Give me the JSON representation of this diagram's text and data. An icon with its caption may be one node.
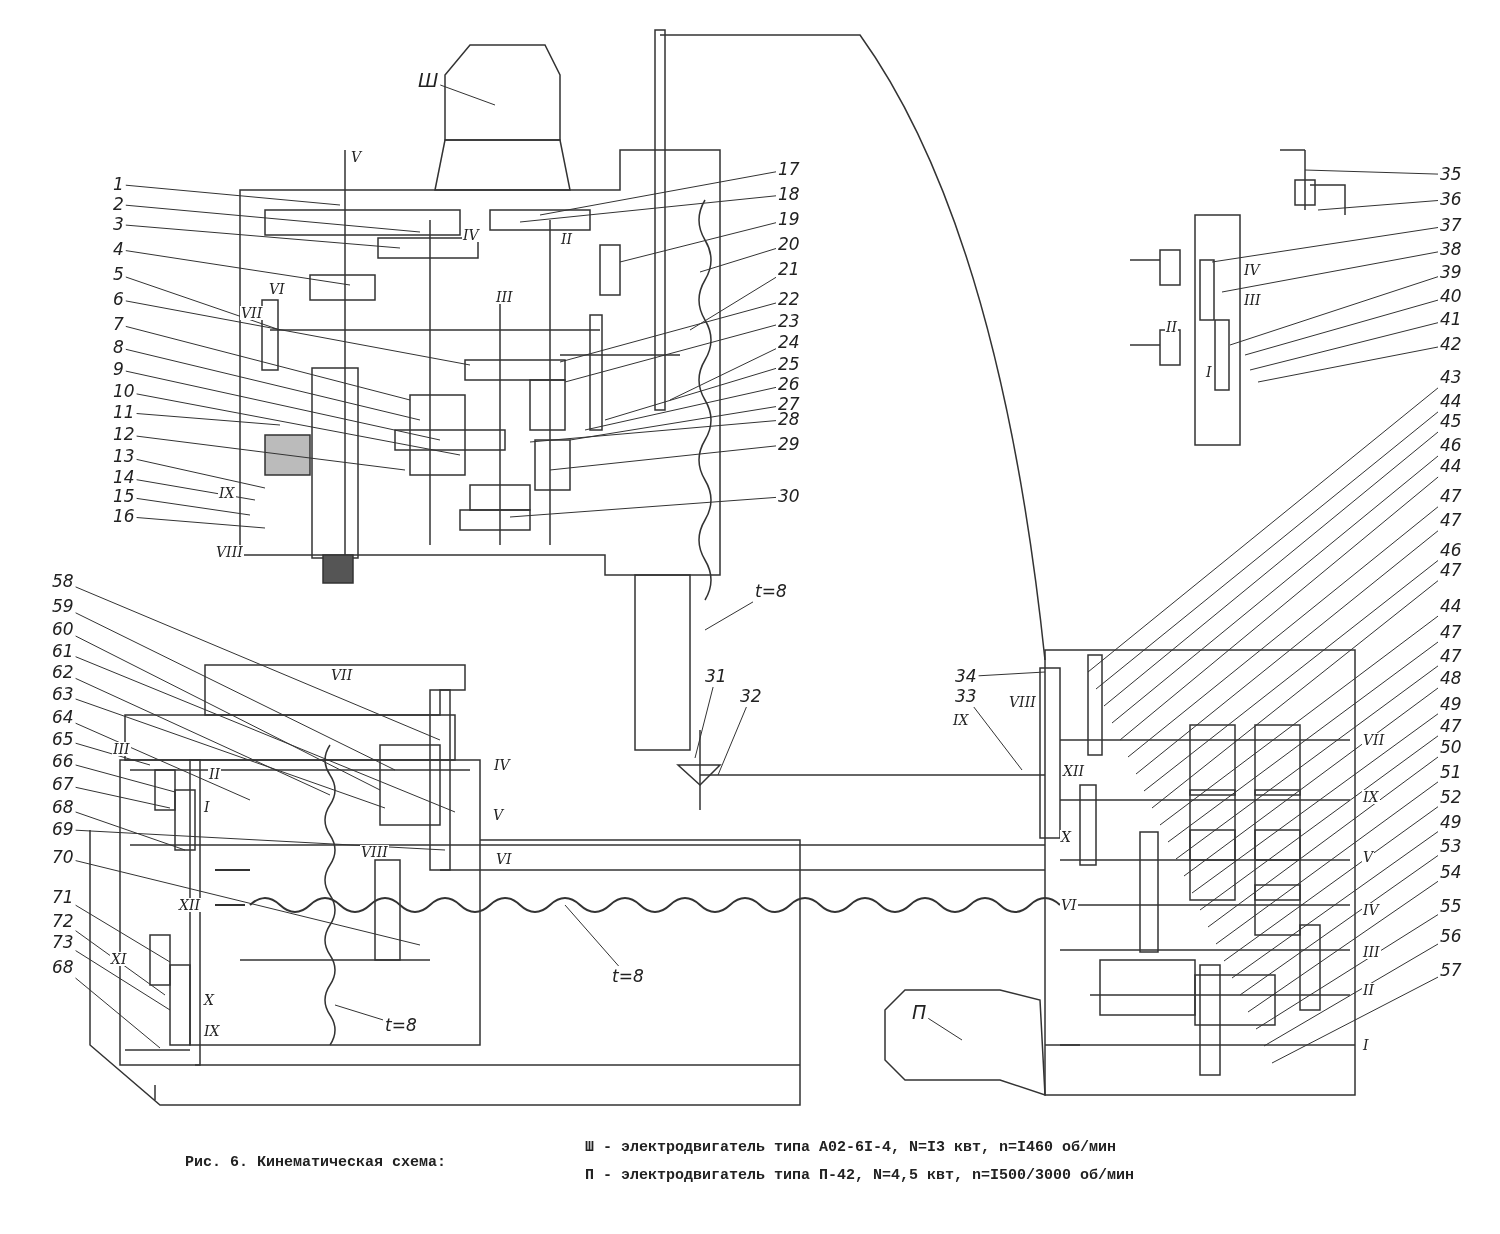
{
  "diagram": {
    "caption": "Рис. 6. Кинематическая схема:",
    "nodes": [
      {
        "text": [
          "Ш"
        ]
      },
      {
        "text": [
          "1"
        ]
      },
      {
        "text": [
          "2"
        ]
      },
      {
        "text": [
          "3"
        ]
      },
      {
        "text": [
          "4"
        ]
      },
      {
        "text": [
          "5"
        ]
      },
      {
        "text": [
          "6"
        ]
      },
      {
        "text": [
          "7"
        ]
      },
      {
        "text": [
          "8"
        ]
      },
      {
        "text": [
          "9"
        ]
      },
      {
        "text": [
          "10"
        ]
      },
      {
        "text": [
          "11"
        ]
      },
      {
        "text": [
          "12"
        ]
      },
      {
        "text": [
          "13"
        ]
      },
      {
        "text": [
          "14"
        ]
      },
      {
        "text": [
          "15"
        ]
      },
      {
        "text": [
          "16"
        ]
      },
      {
        "text": [
          "17"
        ]
      },
      {
        "text": [
          "18"
        ]
      },
      {
        "text": [
          "19"
        ]
      },
      {
        "text": [
          "20"
        ]
      },
      {
        "text": [
          "21"
        ]
      },
      {
        "text": [
          "22"
        ]
      },
      {
        "text": [
          "23"
        ]
      },
      {
        "text": [
          "24"
        ]
      },
      {
        "text": [
          "25"
        ]
      },
      {
        "text": [
          "26"
        ]
      },
      {
        "text": [
          "27"
        ]
      },
      {
        "text": [
          "28"
        ]
      },
      {
        "text": [
          "29"
        ]
      },
      {
        "text": [
          "30"
        ]
      },
      {
        "text": [
          "31"
        ]
      },
      {
        "text": [
          "32"
        ]
      },
      {
        "text": [
          "33"
        ]
      },
      {
        "text": [
          "34"
        ]
      },
      {
        "text": [
          "35"
        ]
      },
      {
        "text": [
          "36"
        ]
      },
      {
        "text": [
          "37"
        ]
      },
      {
        "text": [
          "38"
        ]
      },
      {
        "text": [
          "39"
        ]
      },
      {
        "text": [
          "40"
        ]
      },
      {
        "text": [
          "41"
        ]
      },
      {
        "text": [
          "42"
        ]
      },
      {
        "text": [
          "43"
        ]
      },
      {
        "text": [
          "44"
        ]
      },
      {
        "text": [
          "45"
        ]
      },
      {
        "text": [
          "46"
        ]
      },
      {
        "text": [
          "44"
        ]
      },
      {
        "text": [
          "47"
        ]
      },
      {
        "text": [
          "47"
        ]
      },
      {
        "text": [
          "46"
        ]
      },
      {
        "text": [
          "47"
        ]
      },
      {
        "text": [
          "44"
        ]
      },
      {
        "text": [
          "47"
        ]
      },
      {
        "text": [
          "47"
        ]
      },
      {
        "text": [
          "48"
        ]
      },
      {
        "text": [
          "49"
        ]
      },
      {
        "text": [
          "47"
        ]
      },
      {
        "text": [
          "50"
        ]
      },
      {
        "text": [
          "51"
        ]
      },
      {
        "text": [
          "52"
        ]
      },
      {
        "text": [
          "49"
        ]
      },
      {
        "text": [
          "53"
        ]
      },
      {
        "text": [
          "54"
        ]
      },
      {
        "text": [
          "55"
        ]
      },
      {
        "text": [
          "56"
        ]
      },
      {
        "text": [
          "57"
        ]
      },
      {
        "text": [
          "58"
        ]
      },
      {
        "text": [
          "59"
        ]
      },
      {
        "text": [
          "60"
        ]
      },
      {
        "text": [
          "61"
        ]
      },
      {
        "text": [
          "62"
        ]
      },
      {
        "text": [
          "63"
        ]
      },
      {
        "text": [
          "64"
        ]
      },
      {
        "text": [
          "65"
        ]
      },
      {
        "text": [
          "66"
        ]
      },
      {
        "text": [
          "67"
        ]
      },
      {
        "text": [
          "68"
        ]
      },
      {
        "text": [
          "69"
        ]
      },
      {
        "text": [
          "70"
        ]
      },
      {
        "text": [
          "71"
        ]
      },
      {
        "text": [
          "72"
        ]
      },
      {
        "text": [
          "73"
        ]
      },
      {
        "text": [
          "68"
        ]
      },
      {
        "text": [
          "t=8"
        ]
      },
      {
        "text": [
          "t=8"
        ]
      },
      {
        "text": [
          "t=8"
        ]
      },
      {
        "text": [
          "П"
        ]
      }
    ],
    "edges": [
      {
        "from": 0,
        "to": null,
        "arrow": "none"
      },
      {
        "from": 1,
        "to": null,
        "arrow": "none"
      },
      {
        "from": 2,
        "to": null,
        "arrow": "none"
      },
      {
        "from": 3,
        "to": null,
        "arrow": "none"
      },
      {
        "from": 4,
        "to": null,
        "arrow": "none"
      },
      {
        "from": 5,
        "to": null,
        "arrow": "none"
      },
      {
        "from": 6,
        "to": null,
        "arrow": "none"
      },
      {
        "from": 7,
        "to": null,
        "arrow": "none"
      },
      {
        "from": 8,
        "to": null,
        "arrow": "none"
      },
      {
        "from": 9,
        "to": null,
        "arrow": "none"
      },
      {
        "from": 10,
        "to": null,
        "arrow": "none"
      },
      {
        "from": 11,
        "to": null,
        "arrow": "none"
      },
      {
        "from": 12,
        "to": null,
        "arrow": "none"
      },
      {
        "from": 13,
        "to": null,
        "arrow": "none"
      },
      {
        "from": 14,
        "to": null,
        "arrow": "none"
      },
      {
        "from": 15,
        "to": null,
        "arrow": "none"
      },
      {
        "from": 16,
        "to": null,
        "arrow": "none"
      },
      {
        "from": 17,
        "to": null,
        "arrow": "none"
      },
      {
        "from": 18,
        "to": null,
        "arrow": "none"
      },
      {
        "from": 19,
        "to": null,
        "arrow": "none"
      },
      {
        "from": 20,
        "to": null,
        "arrow": "none"
      },
      {
        "from": 21,
        "to": null,
        "arrow": "none"
      },
      {
        "from": 22,
        "to": null,
        "arrow": "none"
      },
      {
        "from": 23,
        "to": null,
        "arrow": "none"
      },
      {
        "from": 24,
        "to": null,
        "arrow": "none"
      },
      {
        "from": 25,
        "to": null,
        "arrow": "none"
      },
      {
        "from": 26,
        "to": null,
        "arrow": "none"
      },
      {
        "from": 27,
        "to": null,
        "arrow": "none"
      },
      {
        "from": 28,
        "to": null,
        "arrow": "none"
      },
      {
        "from": 29,
        "to": null,
        "arrow": "none"
      },
      {
        "from": 30,
        "to": null,
        "arrow": "none"
      },
      {
        "from": 31,
        "to": null,
        "arrow": "none"
      },
      {
        "from": 32,
        "to": null,
        "arrow": "none"
      },
      {
        "from": 33,
        "to": null,
        "arrow": "none"
      },
      {
        "from": 34,
        "to": null,
        "arrow": "none"
      },
      {
        "from": 35,
        "to": null,
        "arrow": "none"
      },
      {
        "from": 36,
        "to": null,
        "arrow": "none"
      },
      {
        "from": 37,
        "to": null,
        "arrow": "none"
      },
      {
        "from": 38,
        "to": null,
        "arrow": "none"
      },
      {
        "from": 39,
        "to": null,
        "arrow": "none"
      },
      {
        "from": 40,
        "to": null,
        "arrow": "none"
      },
      {
        "from": 41,
        "to": null,
        "arrow": "none"
      },
      {
        "from": 42,
        "to": null,
        "arrow": "none"
      },
      {
        "from": 43,
        "to": null,
        "arrow": "none"
      },
      {
        "from": 44,
        "to": null,
        "arrow": "none"
      },
      {
        "from": 45,
        "to": null,
        "arrow": "none"
      },
      {
        "from": 46,
        "to": null,
        "arrow": "none"
      },
      {
        "from": 47,
        "to": null,
        "arrow": "none"
      },
      {
        "from": 48,
        "to": null,
        "arrow": "none"
      },
      {
        "from": 49,
        "to": null,
        "arrow": "none"
      },
      {
        "from": 50,
        "to": null,
        "arrow": "none"
      },
      {
        "from": 51,
        "to": null,
        "arrow": "none"
      },
      {
        "from": 52,
        "to": null,
        "arrow": "none"
      },
      {
        "from": 53,
        "to": null,
        "arrow": "none"
      },
      {
        "from": 54,
        "to": null,
        "arrow": "none"
      },
      {
        "from": 55,
        "to": null,
        "arrow": "none"
      },
      {
        "from": 56,
        "to": null,
        "arrow": "none"
      },
      {
        "from": 57,
        "to": null,
        "arrow": "none"
      },
      {
        "from": 58,
        "to": null,
        "arrow": "none"
      },
      {
        "from": 59,
        "to": null,
        "arrow": "none"
      },
      {
        "from": 60,
        "to": null,
        "arrow": "none"
      },
      {
        "from": 61,
        "to": null,
        "arrow": "none"
      },
      {
        "from": 62,
        "to": null,
        "arrow": "none"
      },
      {
        "from": 63,
        "to": null,
        "arrow": "none"
      },
      {
        "from": 64,
        "to": null,
        "arrow": "none"
      },
      {
        "from": 65,
        "to": null,
        "arrow": "none"
      },
      {
        "from": 66,
        "to": null,
        "arrow": "none"
      },
      {
        "from": 67,
        "to": null,
        "arrow": "none"
      },
      {
        "from": 68,
        "to": null,
        "arrow": "none"
      },
      {
        "from": 69,
        "to": null,
        "arrow": "none"
      },
      {
        "from": 70,
        "to": null,
        "arrow": "none"
      },
      {
        "from": 71,
        "to": null,
        "arrow": "none"
      },
      {
        "from": 72,
        "to": null,
        "arrow": "none"
      },
      {
        "from": 73,
        "to": null,
        "arrow": "none"
      },
      {
        "from": 74,
        "to": null,
        "arrow": "none"
      },
      {
        "from": 75,
        "to": null,
        "arrow": "none"
      },
      {
        "from": 76,
        "to": null,
        "arrow": "none"
      },
      {
        "from": 77,
        "to": null,
        "arrow": "none"
      },
      {
        "from": 78,
        "to": null,
        "arrow": "none"
      },
      {
        "from": 79,
        "to": null,
        "arrow": "none"
      },
      {
        "from": 80,
        "to": null,
        "arrow": "none"
      },
      {
        "from": 81,
        "to": null,
        "arrow": "none"
      },
      {
        "from": 82,
        "to": null,
        "arrow": "none"
      },
      {
        "from": 83,
        "to": null,
        "arrow": "none"
      },
      {
        "from": 84,
        "to": null,
        "arrow": "none"
      },
      {
        "from": 85,
        "to": null,
        "arrow": "none"
      },
      {
        "from": 86,
        "to": null,
        "arrow": "none"
      },
      {
        "from": 87,
        "to": null,
        "arrow": "none"
      }
    ],
    "labels": [
      "V",
      "IV",
      "II",
      "VI",
      "VII",
      "III",
      "IX",
      "VIII",
      "IV",
      "III",
      "II",
      "I",
      "VII",
      "III",
      "II",
      "I",
      "IV",
      "V",
      "VIII",
      "VI",
      "XII",
      "XI",
      "X",
      "IX",
      "VIII",
      "IX",
      "XII",
      "X",
      "VI",
      "VII",
      "IX",
      "V",
      "IV",
      "III",
      "II",
      "I",
      "Ш - электродвигатель типа А02-6I-4, N=I3 квт, n=I460 об/мин",
      "П - электродвигатель типа П-42, N=4,5 квт, n=I500/3000 об/мин"
    ]
  }
}
